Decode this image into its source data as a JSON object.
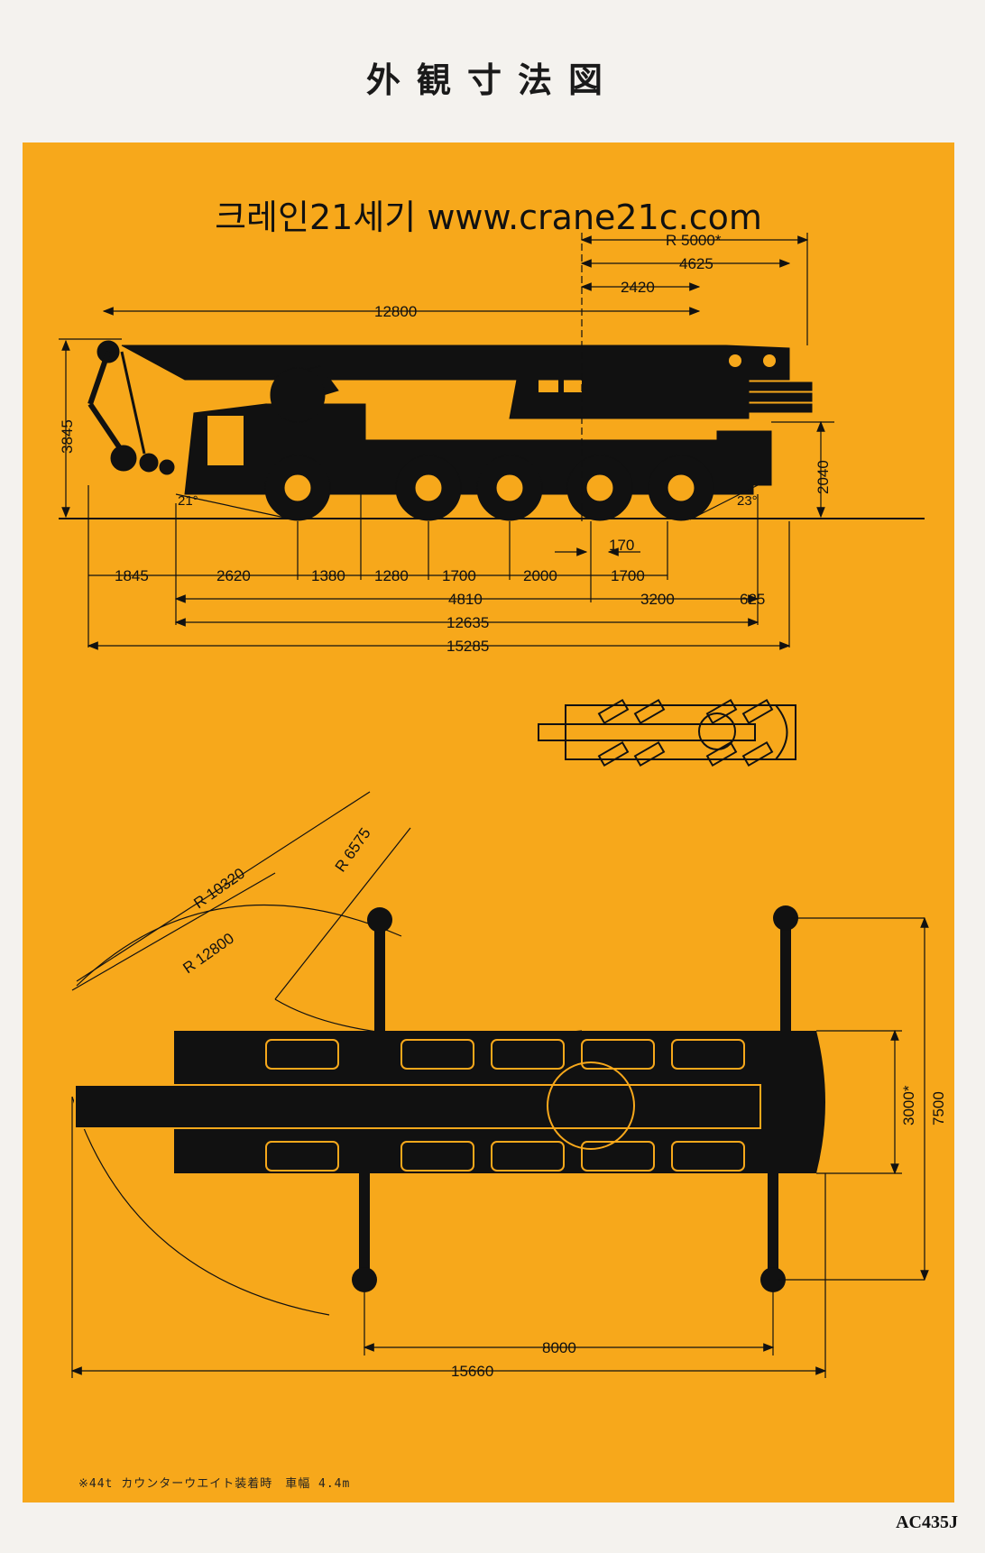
{
  "page_title": "外観寸法図",
  "watermark": "크레인21세기  www.crane21c.com",
  "model_code": "AC435J",
  "footnote": "※44t カウンターウエイト装着時　車幅 4.4m",
  "colors": {
    "panel": "#f7a81b",
    "ink": "#111111",
    "paper": "#f4f2ee"
  },
  "side_view": {
    "radius_top": "R 5000*",
    "dim_4625": "4625",
    "dim_2420": "2420",
    "boom_length": "12800",
    "height": "3845",
    "deck_height": "2040",
    "approach_angle": "21°",
    "departure_angle": "23°",
    "dim_170": "170",
    "axle_spacings": [
      "1845",
      "2620",
      "1380",
      "1280",
      "1700",
      "2000",
      "1700"
    ],
    "dim_4810": "4810",
    "dim_3200": "3200",
    "dim_625": "625",
    "dim_12635": "12635",
    "overall_length": "15285"
  },
  "top_view": {
    "r_10320": "R 10320",
    "r_12800": "R 12800",
    "r_6575": "R 6575",
    "width_3000": "3000*",
    "outrigger_width": "7500",
    "outrigger_span": "8000",
    "overall_length": "15660"
  }
}
